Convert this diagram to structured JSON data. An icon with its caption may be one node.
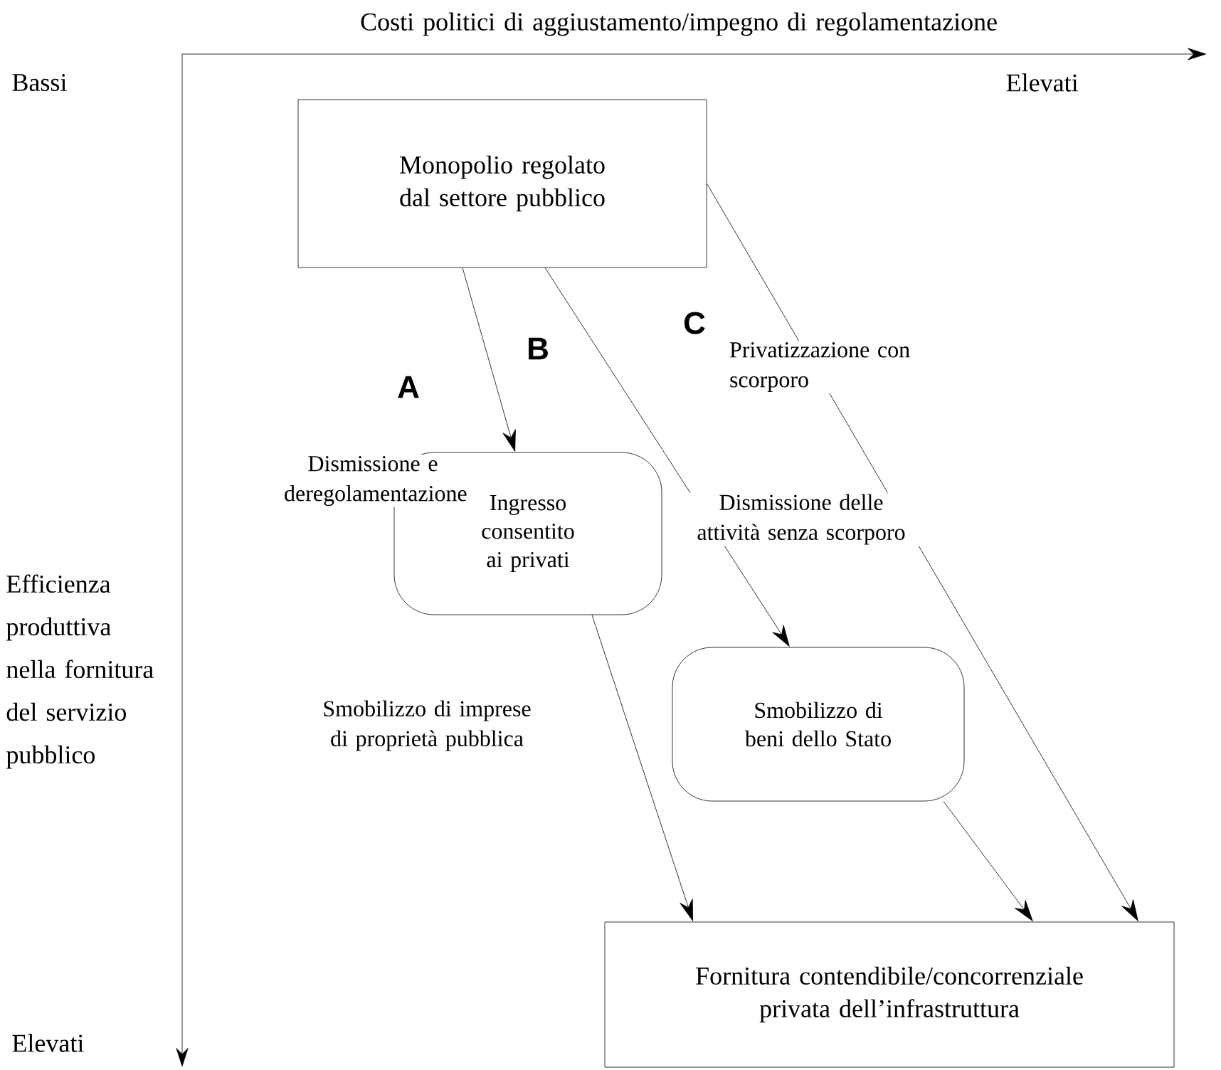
{
  "diagram": {
    "nodes": [
      {
        "text": [
          "Monopolio regolato dal settore pubblico"
        ]
      },
      {
        "text": [
          "Ingresso consentito ai privati"
        ]
      },
      {
        "text": [
          "Smobilizzo di beni dello Stato"
        ]
      },
      {
        "text": [
          "Fornitura contendibile/concorrenziale privata dell’infrastruttura"
        ]
      }
    ],
    "edges": [
      {
        "from": 0,
        "to": 1,
        "arrow": "to",
        "label": "Dismissione e deregolamentazione"
      },
      {
        "from": 0,
        "to": 2,
        "arrow": "to",
        "label": "Dismissione delle attività senza scorporo"
      },
      {
        "from": 0,
        "to": 3,
        "arrow": "to",
        "label": "Privatizzazione con scorporo"
      },
      {
        "from": 1,
        "to": 3,
        "arrow": "to",
        "label": "Smobilizzo di imprese di proprietà pubblica"
      },
      {
        "from": 2,
        "to": 3,
        "arrow": "to"
      }
    ],
    "labels": [
      "Costi politici di aggiustamento/impegno di regolamentazione",
      "Bassi",
      "Elevati",
      "A",
      "B",
      "C",
      "Efficienza produttiva nella fornitura del servizio pubblico",
      "Elevati"
    ]
  }
}
